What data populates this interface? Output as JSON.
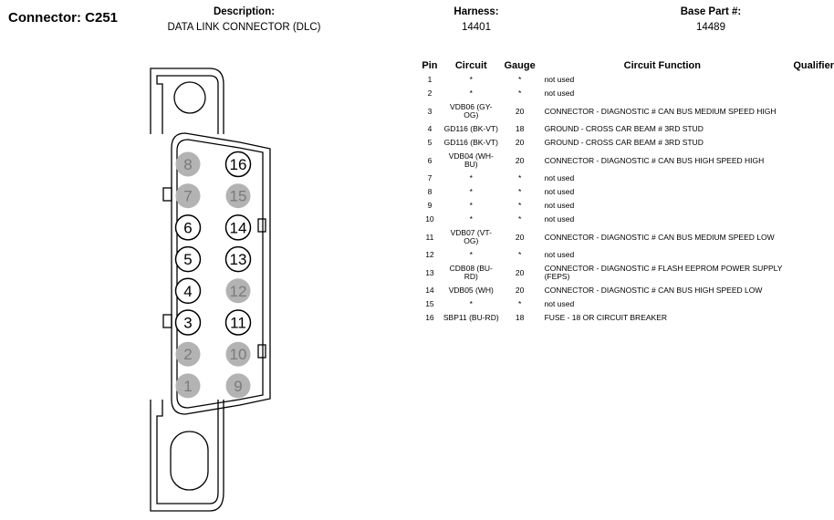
{
  "connector": {
    "label": "Connector: C251"
  },
  "description": {
    "label": "Description:",
    "value": "DATA LINK CONNECTOR (DLC)"
  },
  "harness": {
    "label": "Harness:",
    "value": "14401"
  },
  "base_part": {
    "label": "Base Part #:",
    "value": "14489"
  },
  "table": {
    "headers": {
      "pin": "Pin",
      "circuit": "Circuit",
      "gauge": "Gauge",
      "function": "Circuit Function",
      "qualifier": "Qualifier"
    },
    "rows": [
      {
        "pin": "1",
        "circuit": "*",
        "gauge": "*",
        "function": "not used"
      },
      {
        "pin": "2",
        "circuit": "*",
        "gauge": "*",
        "function": "not used"
      },
      {
        "pin": "3",
        "circuit": "VDB06 (GY-OG)",
        "gauge": "20",
        "function": "CONNECTOR - DIAGNOSTIC # CAN BUS MEDIUM SPEED HIGH"
      },
      {
        "pin": "4",
        "circuit": "GD116 (BK-VT)",
        "gauge": "18",
        "function": "GROUND - CROSS CAR BEAM # 3RD STUD"
      },
      {
        "pin": "5",
        "circuit": "GD116 (BK-VT)",
        "gauge": "20",
        "function": "GROUND - CROSS CAR BEAM # 3RD STUD"
      },
      {
        "pin": "6",
        "circuit": "VDB04 (WH-BU)",
        "gauge": "20",
        "function": "CONNECTOR - DIAGNOSTIC # CAN BUS HIGH SPEED HIGH"
      },
      {
        "pin": "7",
        "circuit": "*",
        "gauge": "*",
        "function": "not used"
      },
      {
        "pin": "8",
        "circuit": "*",
        "gauge": "*",
        "function": "not used"
      },
      {
        "pin": "9",
        "circuit": "*",
        "gauge": "*",
        "function": "not used"
      },
      {
        "pin": "10",
        "circuit": "*",
        "gauge": "*",
        "function": "not used"
      },
      {
        "pin": "11",
        "circuit": "VDB07 (VT-OG)",
        "gauge": "20",
        "function": "CONNECTOR - DIAGNOSTIC # CAN BUS MEDIUM SPEED LOW"
      },
      {
        "pin": "12",
        "circuit": "*",
        "gauge": "*",
        "function": "not used"
      },
      {
        "pin": "13",
        "circuit": "CDB08 (BU-RD)",
        "gauge": "20",
        "function": "CONNECTOR - DIAGNOSTIC # FLASH EEPROM POWER SUPPLY (FEPS)"
      },
      {
        "pin": "14",
        "circuit": "VDB05 (WH)",
        "gauge": "20",
        "function": "CONNECTOR - DIAGNOSTIC # CAN BUS HIGH SPEED LOW"
      },
      {
        "pin": "15",
        "circuit": "*",
        "gauge": "*",
        "function": "not used"
      },
      {
        "pin": "16",
        "circuit": "SBP11 (BU-RD)",
        "gauge": "18",
        "function": "FUSE - 18 OR CIRCUIT BREAKER"
      }
    ]
  },
  "connector_pins": [
    {
      "pin": "8",
      "used": false
    },
    {
      "pin": "16",
      "used": true
    },
    {
      "pin": "7",
      "used": false
    },
    {
      "pin": "15",
      "used": false
    },
    {
      "pin": "6",
      "used": true
    },
    {
      "pin": "14",
      "used": true
    },
    {
      "pin": "5",
      "used": true
    },
    {
      "pin": "13",
      "used": true
    },
    {
      "pin": "4",
      "used": true
    },
    {
      "pin": "12",
      "used": false
    },
    {
      "pin": "3",
      "used": true
    },
    {
      "pin": "11",
      "used": true
    },
    {
      "pin": "2",
      "used": false
    },
    {
      "pin": "10",
      "used": false
    },
    {
      "pin": "1",
      "used": false
    },
    {
      "pin": "9",
      "used": false
    }
  ],
  "colors": {
    "unused_pin_fill": "#b3b3b3",
    "unused_pin_text": "#7a7a7a"
  }
}
